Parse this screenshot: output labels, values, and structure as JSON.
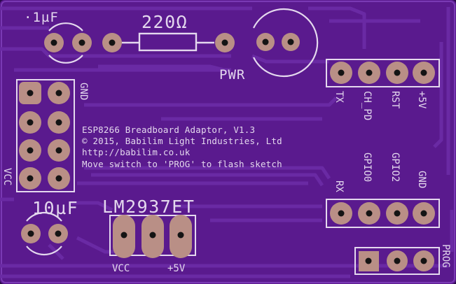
{
  "colors": {
    "board": "#5a1a8e",
    "trace": "#6a2aa4",
    "silkscreen": "#e4d8ee",
    "pad_copper": "#b98f86",
    "drill_hole": "#141414"
  },
  "components": {
    "c1_label": "·1µF",
    "r1_label": "220Ω",
    "led_label": "PWR",
    "c2_label": "10µF",
    "regulator_label": "LM2937ET",
    "regulator_pin_left": "VCC",
    "regulator_pin_right": "+5V"
  },
  "headers": {
    "top_right": [
      "TX",
      "CH_PD",
      "RST",
      "+5V"
    ],
    "bottom_right": [
      "RX",
      "GPIO0",
      "GPIO2",
      "GND"
    ],
    "left_top_label": "GND",
    "left_bottom_label": "VCC",
    "prog_label": "PROG"
  },
  "info_lines": [
    "ESP8266 Breadboard Adaptor, V1.3",
    "© 2015, Babilim Light Industries, Ltd",
    "http://babilim.co.uk",
    "Move switch to 'PROG' to flash sketch"
  ]
}
